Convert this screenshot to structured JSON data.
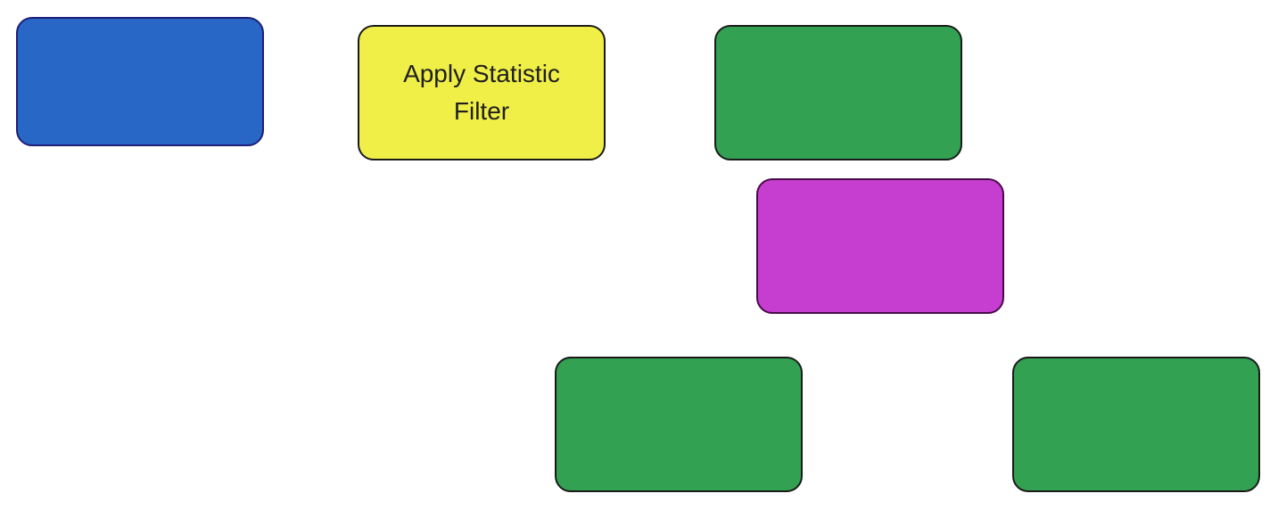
{
  "diagram": {
    "nodes": [
      {
        "id": "node-blue",
        "label": "",
        "fill": "#2867c5"
      },
      {
        "id": "node-yellow",
        "label": "Apply Statistic Filter",
        "fill": "#f0ef47"
      },
      {
        "id": "node-green-top",
        "label": "",
        "fill": "#32a152"
      },
      {
        "id": "node-magenta",
        "label": "",
        "fill": "#c53ecf"
      },
      {
        "id": "node-green-bl",
        "label": "",
        "fill": "#32a152"
      },
      {
        "id": "node-green-br",
        "label": "",
        "fill": "#32a152"
      }
    ]
  }
}
